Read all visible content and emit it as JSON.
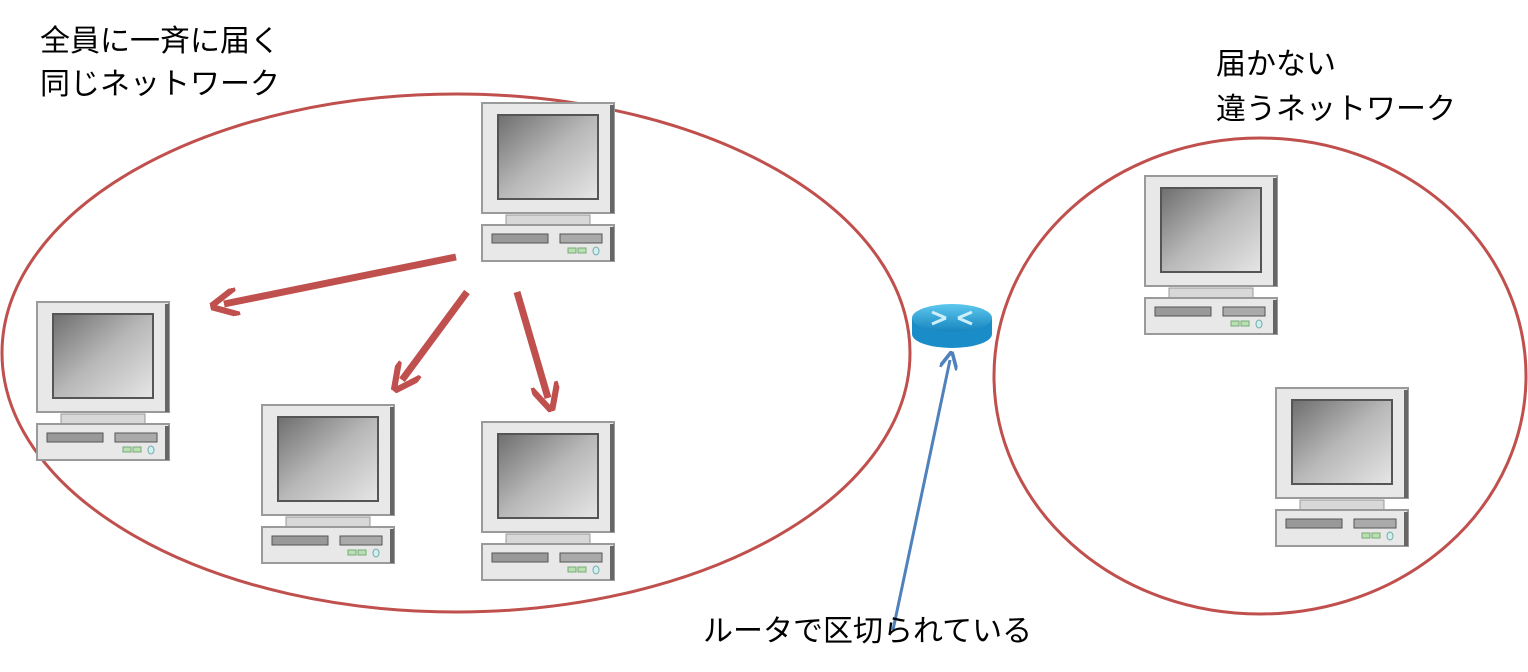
{
  "labels": {
    "same_network_line1": "全員に一斉に届く",
    "same_network_line2": "同じネットワーク",
    "other_network_line1": "届かない",
    "other_network_line2": "違うネットワーク",
    "router_caption": "ルータで区切られている"
  },
  "colors": {
    "network_outline": "#c0504d",
    "broadcast_arrow": "#c0504d",
    "pointer_arrow": "#4f81bd",
    "router": "#29a3d6"
  },
  "icons": [
    "computer-icon",
    "router-icon"
  ]
}
